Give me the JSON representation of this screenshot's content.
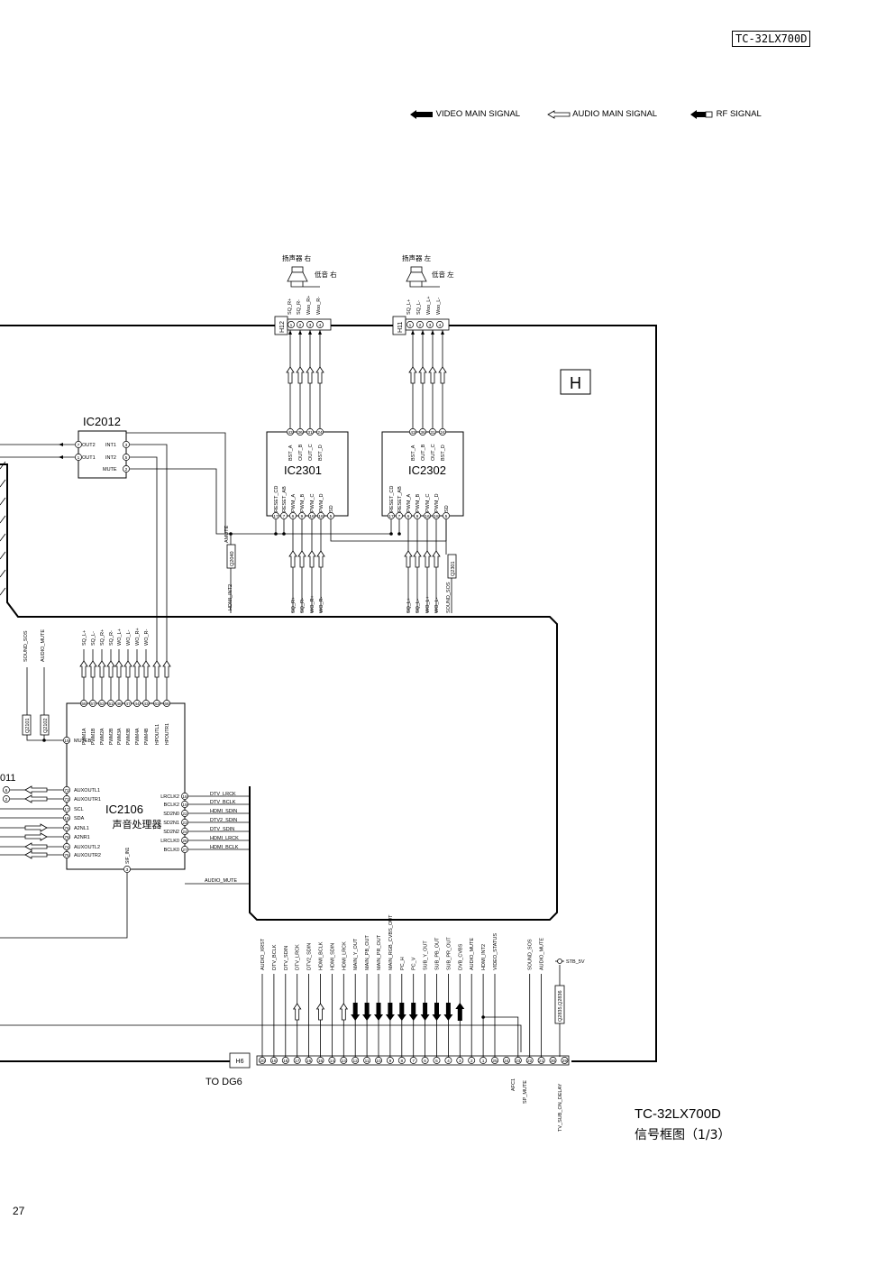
{
  "header": {
    "model_box": "TC-32LX700D"
  },
  "legend": {
    "video_label": "VIDEO MAIN SIGNAL",
    "audio_label": "AUDIO MAIN SIGNAL",
    "rf_label": "RF SIGNAL"
  },
  "board_letter": "H",
  "speakers": {
    "right": {
      "label": "扬声器 右",
      "woofer": "低音 右",
      "connector": "H12",
      "signals": [
        "SQ_R+",
        "SQ_R-",
        "Woo_R+",
        "Woo_R-"
      ]
    },
    "left": {
      "label": "扬声器 左",
      "woofer": "低音 左",
      "connector": "H11",
      "signals": [
        "SQ_L+",
        "SQ_L-",
        "Woo_L+",
        "Woo_L-"
      ]
    }
  },
  "ic2012": {
    "title": "IC2012",
    "left_pins": [
      {
        "num": "7",
        "label": "OUT2"
      },
      {
        "num": "1",
        "label": "OUT1"
      }
    ],
    "right_pins": [
      {
        "num": "3",
        "label": "INT1"
      },
      {
        "num": "5",
        "label": "INT2"
      },
      {
        "num": "2",
        "label": "MUTE"
      }
    ]
  },
  "ic2301": {
    "title": "IC2301",
    "top_pins": [
      {
        "num": "43",
        "label": "BST_A"
      },
      {
        "num": "36",
        "label": "OUT_B"
      },
      {
        "num": "31",
        "label": "OUT_C"
      },
      {
        "num": "24",
        "label": "BST_D"
      }
    ],
    "bottom_pins": [
      {
        "num": "17",
        "label": "RESET_CD"
      },
      {
        "num": "7",
        "label": "RESET_AB"
      },
      {
        "num": "6",
        "label": "PWM_A"
      },
      {
        "num": "9",
        "label": "PWM_B"
      },
      {
        "num": "16",
        "label": "PWM_C"
      },
      {
        "num": "18",
        "label": "PWM_D"
      },
      {
        "num": "5",
        "label": "SD"
      }
    ],
    "inputs": [
      "SQ_R+",
      "SQ_R-",
      "WO_R+",
      "WO_R-"
    ]
  },
  "ic2302": {
    "title": "IC2302",
    "top_pins": [
      {
        "num": "43",
        "label": "BST_A"
      },
      {
        "num": "36",
        "label": "OUT_B"
      },
      {
        "num": "31",
        "label": "OUT_C"
      },
      {
        "num": "24",
        "label": "BST_D"
      }
    ],
    "bottom_pins": [
      {
        "num": "17",
        "label": "RESET_CD"
      },
      {
        "num": "7",
        "label": "RESET_AB"
      },
      {
        "num": "6",
        "label": "PWM_A"
      },
      {
        "num": "9",
        "label": "PWM_B"
      },
      {
        "num": "16",
        "label": "PWM_C"
      },
      {
        "num": "18",
        "label": "PWM_D"
      },
      {
        "num": "5",
        "label": "SD"
      }
    ],
    "inputs": [
      "SQ_L+",
      "SQ_L-",
      "WO_L+",
      "WO_L-",
      "SOUND_SOS"
    ]
  },
  "transistors": {
    "q2040": "Q2040",
    "q2301": "Q2301",
    "q2101": "Q2101",
    "q2102": "Q2102",
    "q2835": "Q2835,Q2836"
  },
  "nets": {
    "amute": "AMUTE",
    "hdmi_int2": "HDMI_INT2",
    "sound_sos": "SOUND_SOS",
    "audio_mute": "AUDIO_MUTE",
    "stb_5v": "STB_5V"
  },
  "ic2106": {
    "title": "IC2106",
    "subtitle": "声音处理器",
    "top_pins": [
      {
        "num": "58",
        "label": "PWM1A",
        "sig": "SQ_L+"
      },
      {
        "num": "57",
        "label": "PWM1B",
        "sig": "SQ_L-"
      },
      {
        "num": "52",
        "label": "PWM2A",
        "sig": "SQ_R+"
      },
      {
        "num": "51",
        "label": "PWM2B",
        "sig": "SQ_R-"
      },
      {
        "num": "48",
        "label": "PWM3A",
        "sig": "WO_L+"
      },
      {
        "num": "47",
        "label": "PWM3B",
        "sig": "WO_L-"
      },
      {
        "num": "44",
        "label": "PWM4A",
        "sig": "WO_R+"
      },
      {
        "num": "43",
        "label": "PWM4B",
        "sig": "WO_R-"
      },
      {
        "num": "63",
        "label": "HPOUTL1",
        "sig": ""
      },
      {
        "num": "68",
        "label": "HPOUTR1",
        "sig": ""
      }
    ],
    "left_pins": [
      {
        "num": "19",
        "label": "MUTEB"
      },
      {
        "num": "72",
        "label": "AUXOUTL1"
      },
      {
        "num": "73",
        "label": "AUXOUTR1"
      },
      {
        "num": "17",
        "label": "SCL"
      },
      {
        "num": "16",
        "label": "SDA"
      },
      {
        "num": "76",
        "label": "A2NL1"
      },
      {
        "num": "78",
        "label": "A2NR1"
      },
      {
        "num": "74",
        "label": "AUXOUTL2"
      },
      {
        "num": "75",
        "label": "AUXOUTR2"
      }
    ],
    "right_pins": [
      {
        "num": "18",
        "label": "LRCLK2",
        "sig": "DTV_LRCK"
      },
      {
        "num": "19",
        "label": "BCLK2",
        "sig": "DTV_BCLK"
      },
      {
        "num": "22",
        "label": "SD2N0",
        "sig": "HDMI_SDIN"
      },
      {
        "num": "23",
        "label": "SD2N1",
        "sig": "DTV2_SDIN"
      },
      {
        "num": "24",
        "label": "SD2N2",
        "sig": "DTV_SDIN"
      },
      {
        "num": "26",
        "label": "LRCLK0",
        "sig": "HDMI_LRCK"
      },
      {
        "num": "27",
        "label": "BCLK0",
        "sig": "HDMI_BCLK"
      }
    ],
    "bottom_pin": {
      "num": "3",
      "label": "SIF_IN1"
    },
    "ic2011_partial": "011",
    "ic2011_pins": [
      "6",
      "2"
    ]
  },
  "audio_mute_net": "AUDIO_MUTE",
  "h6": {
    "connector": "H6",
    "to_label": "TO DG6",
    "signals": [
      "AUDIO_XRST",
      "DTV_BCLK",
      "DTV_SDIN",
      "DTV_LRCK",
      "DTV2_SDIN",
      "HDMI_BCLK",
      "HDMI_SDIN",
      "HDMI_LRCK",
      "MAIN_Y_OUT",
      "MAIN_PB_OUT",
      "MAIN_PR_OUT",
      "MAIN_RGB_CVBS_OUT",
      "PC_H",
      "PC_V",
      "SUB_Y_OUT",
      "SUB_PB_OUT",
      "SUB_PR_OUT",
      "DVB_CVBS",
      "AUDIO_MUTE",
      "HDMI_INT2",
      "VIDEO_STATUS",
      "",
      "",
      "SOUND_SOS",
      "AUDIO_MUTE",
      "",
      ""
    ],
    "pin_numbers": [
      "20",
      "19",
      "18",
      "17",
      "16",
      "15",
      "14",
      "13",
      "12",
      "11",
      "10",
      "9",
      "8",
      "7",
      "6",
      "5",
      "4",
      "3",
      "2",
      "1",
      "25",
      "24",
      "23",
      "22",
      "21",
      "30",
      "29"
    ],
    "bottom_labels": [
      "AFC1",
      "SP_MUTE",
      "TV_SUB_ON_DELAY"
    ]
  },
  "caption": {
    "model": "TC-32LX700D",
    "title": "信号框图（1/3）"
  },
  "page_number": "27"
}
